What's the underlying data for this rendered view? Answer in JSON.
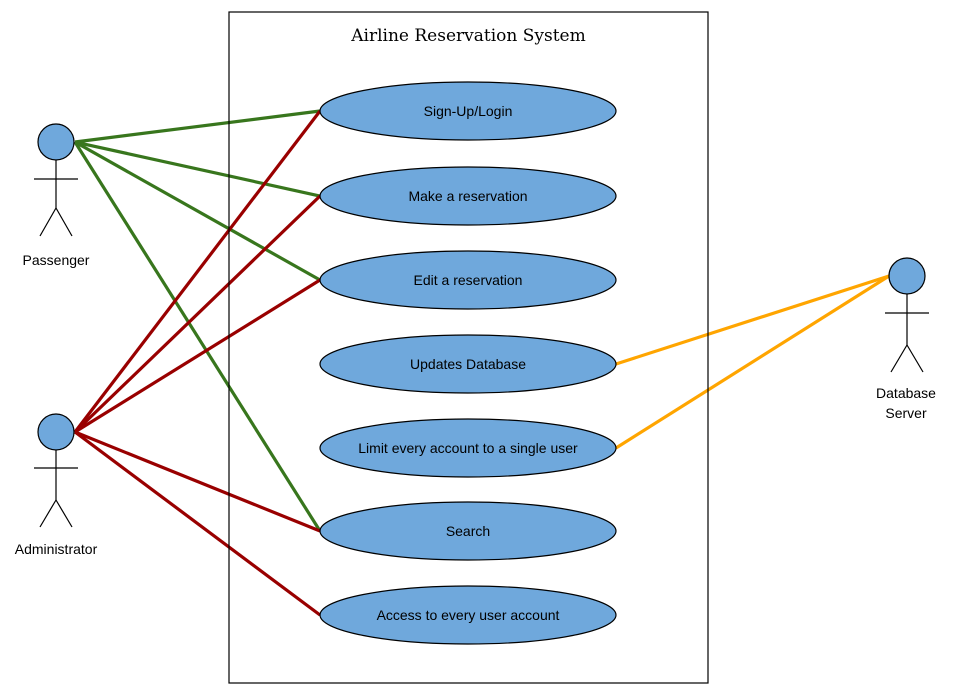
{
  "system": {
    "title": "Airline Reservation System"
  },
  "colors": {
    "usecase_fill": "#6fa8dc",
    "passenger_line": "#38761d",
    "administrator_line": "#990000",
    "database_line": "#ffa500"
  },
  "actors": {
    "passenger": {
      "label": "Passenger"
    },
    "administrator": {
      "label": "Administrator"
    },
    "database_server": {
      "label_line1": "Database",
      "label_line2": "Server"
    }
  },
  "use_cases": {
    "signup_login": "Sign-Up/Login",
    "make_reservation": "Make a reservation",
    "edit_reservation": "Edit a reservation",
    "updates_database": "Updates Database",
    "limit_account": "Limit every account to a single user",
    "search": "Search",
    "access_accounts": "Access to every user account"
  },
  "associations": [
    {
      "actor": "passenger",
      "use_case": "signup_login"
    },
    {
      "actor": "passenger",
      "use_case": "make_reservation"
    },
    {
      "actor": "passenger",
      "use_case": "edit_reservation"
    },
    {
      "actor": "passenger",
      "use_case": "search"
    },
    {
      "actor": "administrator",
      "use_case": "signup_login"
    },
    {
      "actor": "administrator",
      "use_case": "make_reservation"
    },
    {
      "actor": "administrator",
      "use_case": "edit_reservation"
    },
    {
      "actor": "administrator",
      "use_case": "search"
    },
    {
      "actor": "administrator",
      "use_case": "access_accounts"
    },
    {
      "actor": "database_server",
      "use_case": "updates_database"
    },
    {
      "actor": "database_server",
      "use_case": "limit_account"
    }
  ]
}
